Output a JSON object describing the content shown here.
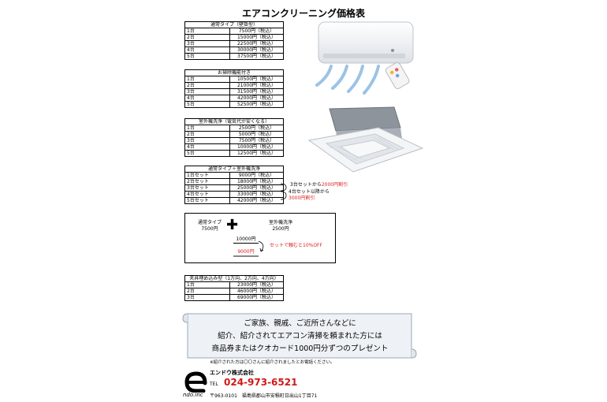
{
  "title": "エアコンクリーニング価格表",
  "tables": [
    {
      "header": "通常タイプ（壁掛型）",
      "rows": [
        [
          "1台",
          "7500円（税込）"
        ],
        [
          "2台",
          "15000円（税込）"
        ],
        [
          "3台",
          "22500円（税込）"
        ],
        [
          "4台",
          "30000円（税込）"
        ],
        [
          "5台",
          "37500円（税込）"
        ]
      ]
    },
    {
      "header": "お掃除機能付き",
      "rows": [
        [
          "1台",
          "10500円（税込）"
        ],
        [
          "2台",
          "21000円（税込）"
        ],
        [
          "3台",
          "31500円（税込）"
        ],
        [
          "4台",
          "42000円（税込）"
        ],
        [
          "5台",
          "52500円（税込）"
        ]
      ]
    },
    {
      "header": "室外機洗浄（電気代が安くなる）",
      "rows": [
        [
          "1台",
          "2500円（税込）"
        ],
        [
          "2台",
          "5000円（税込）"
        ],
        [
          "3台",
          "7500円（税込）"
        ],
        [
          "4台",
          "10000円（税込）"
        ],
        [
          "5台",
          "12500円（税込）"
        ]
      ]
    },
    {
      "header": "通常タイプ＋室外機洗浄",
      "rows": [
        [
          "1台セット",
          "9000円（税込）"
        ],
        [
          "2台セット",
          "18000円（税込）"
        ],
        [
          "3台セット",
          "25000円（税込）"
        ],
        [
          "4台セット",
          "33000円（税込）"
        ],
        [
          "5台セット",
          "42000円（税込）"
        ]
      ]
    },
    {
      "header": "天井埋め込み型（1方向、2方向、4方向）",
      "rows": [
        [
          "1台",
          "23000円（税込）"
        ],
        [
          "2台",
          "46000円（税込）"
        ],
        [
          "3台",
          "69000円（税込）"
        ]
      ]
    }
  ],
  "set_notes": {
    "line1_black": "3台セットから",
    "line1_red": "2000円割引",
    "line2_black": "4台セット以降から",
    "line2_red": "3000円割引"
  },
  "combo": {
    "left_label": "通常タイプ",
    "left_price": "7500円",
    "right_label": "室外機洗浄",
    "right_price": "2500円",
    "plus": "✚",
    "original": "10000円",
    "discounted": "9000円",
    "note": "セットで頼むと10%OFF"
  },
  "referral": {
    "line1": "ご家族、親戚、ご近所さんなどに",
    "line2": "紹介、紹介されてエアコン清掃を頼まれた方には",
    "line3": "商品券またはクオカード1000円分ずつのプレゼント",
    "footnote": "※紹介された方は〇〇さんに紹介されましたとお電話ください。"
  },
  "company": {
    "name": "エンドウ株式会社",
    "tel_label": "TEL",
    "tel": "024-973-6521",
    "address": "〒963-0101　福島県郡山市安積町日出山1丁目71",
    "logo_text": "ndo.inc"
  },
  "colors": {
    "red": "#e02020",
    "tel_red": "#d01818"
  }
}
